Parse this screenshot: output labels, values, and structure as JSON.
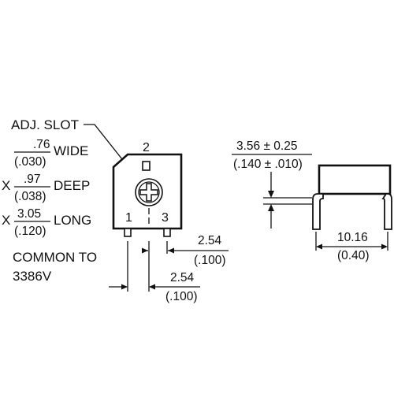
{
  "adj_slot": {
    "label": "ADJ. SLOT",
    "width": {
      "mm": ".76",
      "in": "(.030)",
      "label": "WIDE"
    },
    "depth": {
      "prefix": "X",
      "mm": ".97",
      "in": "(.038)",
      "label": "DEEP"
    },
    "length": {
      "prefix": "X",
      "mm": "3.05",
      "in": "(.120)",
      "label": "LONG"
    }
  },
  "note": {
    "line1": "COMMON TO",
    "line2": "3386V"
  },
  "pins": {
    "pin1": "1",
    "pin2": "2",
    "pin3": "3"
  },
  "dimensions": {
    "pin_pitch_right": {
      "mm": "2.54",
      "in": "(.100)"
    },
    "pin_pitch_bottom": {
      "mm": "2.54",
      "in": "(.100)"
    },
    "height": {
      "mm": "3.56 ± 0.25",
      "in": "(.140 ± .010)"
    },
    "lead_span": {
      "mm": "10.16",
      "in": "(0.40)"
    }
  }
}
